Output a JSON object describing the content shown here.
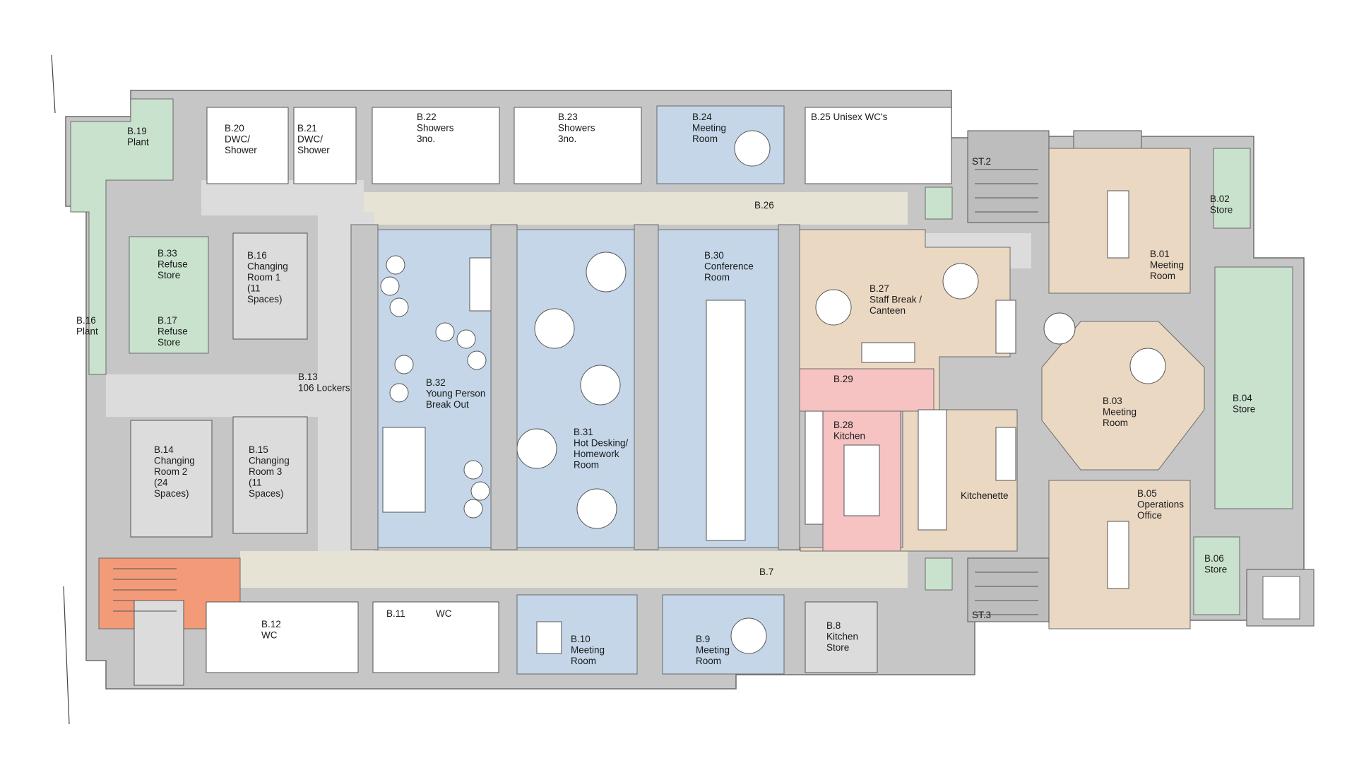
{
  "palette": {
    "wall": "#c6c6c6",
    "wall_edge": "#6b6b6b",
    "corridor": "#e6e2d4",
    "blue": "#c4d6e8",
    "green": "#c9e2ce",
    "tan": "#ead8c3",
    "pink": "#f6c2c2",
    "orange": "#f39a78",
    "light": "#dcdcdc",
    "white": "#ffffff",
    "stair": "#9a9a9a"
  },
  "rooms": {
    "b19": [
      "B.19",
      "Plant"
    ],
    "b20": [
      "B.20",
      "DWC/",
      "Shower"
    ],
    "b21": [
      "B.21",
      "DWC/",
      "Shower"
    ],
    "b22": [
      "B.22",
      "Showers",
      "3no."
    ],
    "b23": [
      "B.23",
      "Showers",
      "3no."
    ],
    "b24": [
      "B.24",
      "Meeting",
      "Room"
    ],
    "b25": [
      "B.25  Unisex WC's"
    ],
    "st2": [
      "ST.2"
    ],
    "b26": [
      "B.26"
    ],
    "b02": [
      "B.02",
      "Store"
    ],
    "b01": [
      "B.01",
      "Meeting",
      "Room"
    ],
    "b33": [
      "B.33",
      "Refuse",
      "Store"
    ],
    "b17": [
      "B.17",
      "Refuse",
      "Store"
    ],
    "b16p": [
      "B.16",
      "Plant"
    ],
    "b16": [
      "B.16",
      "Changing",
      "Room 1",
      "(11",
      "Spaces)"
    ],
    "b13": [
      "B.13",
      "106 Lockers"
    ],
    "b32": [
      "B.32",
      "Young Person",
      "Break Out"
    ],
    "b31": [
      "B.31",
      "Hot Desking/",
      "Homework",
      "Room"
    ],
    "b30": [
      "B.30",
      "Conference",
      "Room"
    ],
    "b27": [
      "B.27",
      "Staff Break /",
      "Canteen"
    ],
    "b29": [
      "B.29"
    ],
    "b28": [
      "B.28",
      "Kitchen"
    ],
    "kitchenette": [
      "Kitchenette"
    ],
    "b03": [
      "B.03",
      "Meeting",
      "Room"
    ],
    "b04": [
      "B.04",
      "Store"
    ],
    "b05": [
      "B.05",
      "Operations",
      "Office"
    ],
    "b06": [
      "B.06",
      "Store"
    ],
    "b14": [
      "B.14",
      "Changing",
      "Room 2",
      "(24",
      "Spaces)"
    ],
    "b15": [
      "B.15",
      "Changing",
      "Room 3",
      "(11",
      "Spaces)"
    ],
    "b7": [
      "B.7"
    ],
    "st3": [
      "ST.3"
    ],
    "b12": [
      "B.12",
      "WC"
    ],
    "b11": [
      "B.11"
    ],
    "wc11": [
      "WC"
    ],
    "b10": [
      "B.10",
      "Meeting",
      "Room"
    ],
    "b9": [
      "B.9",
      "Meeting",
      "Room"
    ],
    "b8": [
      "B.8",
      "Kitchen",
      "Store"
    ]
  }
}
